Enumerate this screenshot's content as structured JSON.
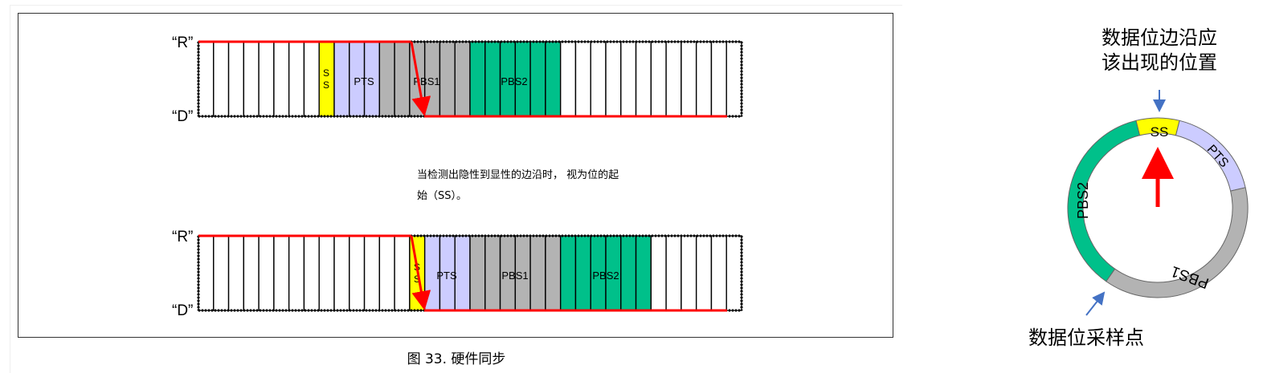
{
  "colors": {
    "ss": "#ffff00",
    "pts": "#ccccff",
    "pbs1": "#b3b3b3",
    "pbs2": "#00c08a",
    "signal": "#ff0000",
    "arrow_blue": "#4472c4"
  },
  "timing_diagram": {
    "level_recessive": "“R”",
    "level_dominant": "“D”",
    "seg_ss_line1": "S",
    "seg_ss_line2": "S",
    "seg_pts": "PTS",
    "seg_pbs1": "PBS1",
    "seg_pbs2": "PBS2",
    "note_line1": "当检测出隐性到显性的边沿时， 视为位的起",
    "note_line2": "始（SS）。",
    "caption": "图 33.   硬件同步"
  },
  "ring_diagram": {
    "top_label_line1": "数据位边沿应",
    "top_label_line2": "该出现的位置",
    "bottom_label": "数据位采样点",
    "seg_ss": "SS",
    "seg_pts": "PTS",
    "seg_pbs1": "PBS1",
    "seg_pbs2": "PBS2"
  }
}
